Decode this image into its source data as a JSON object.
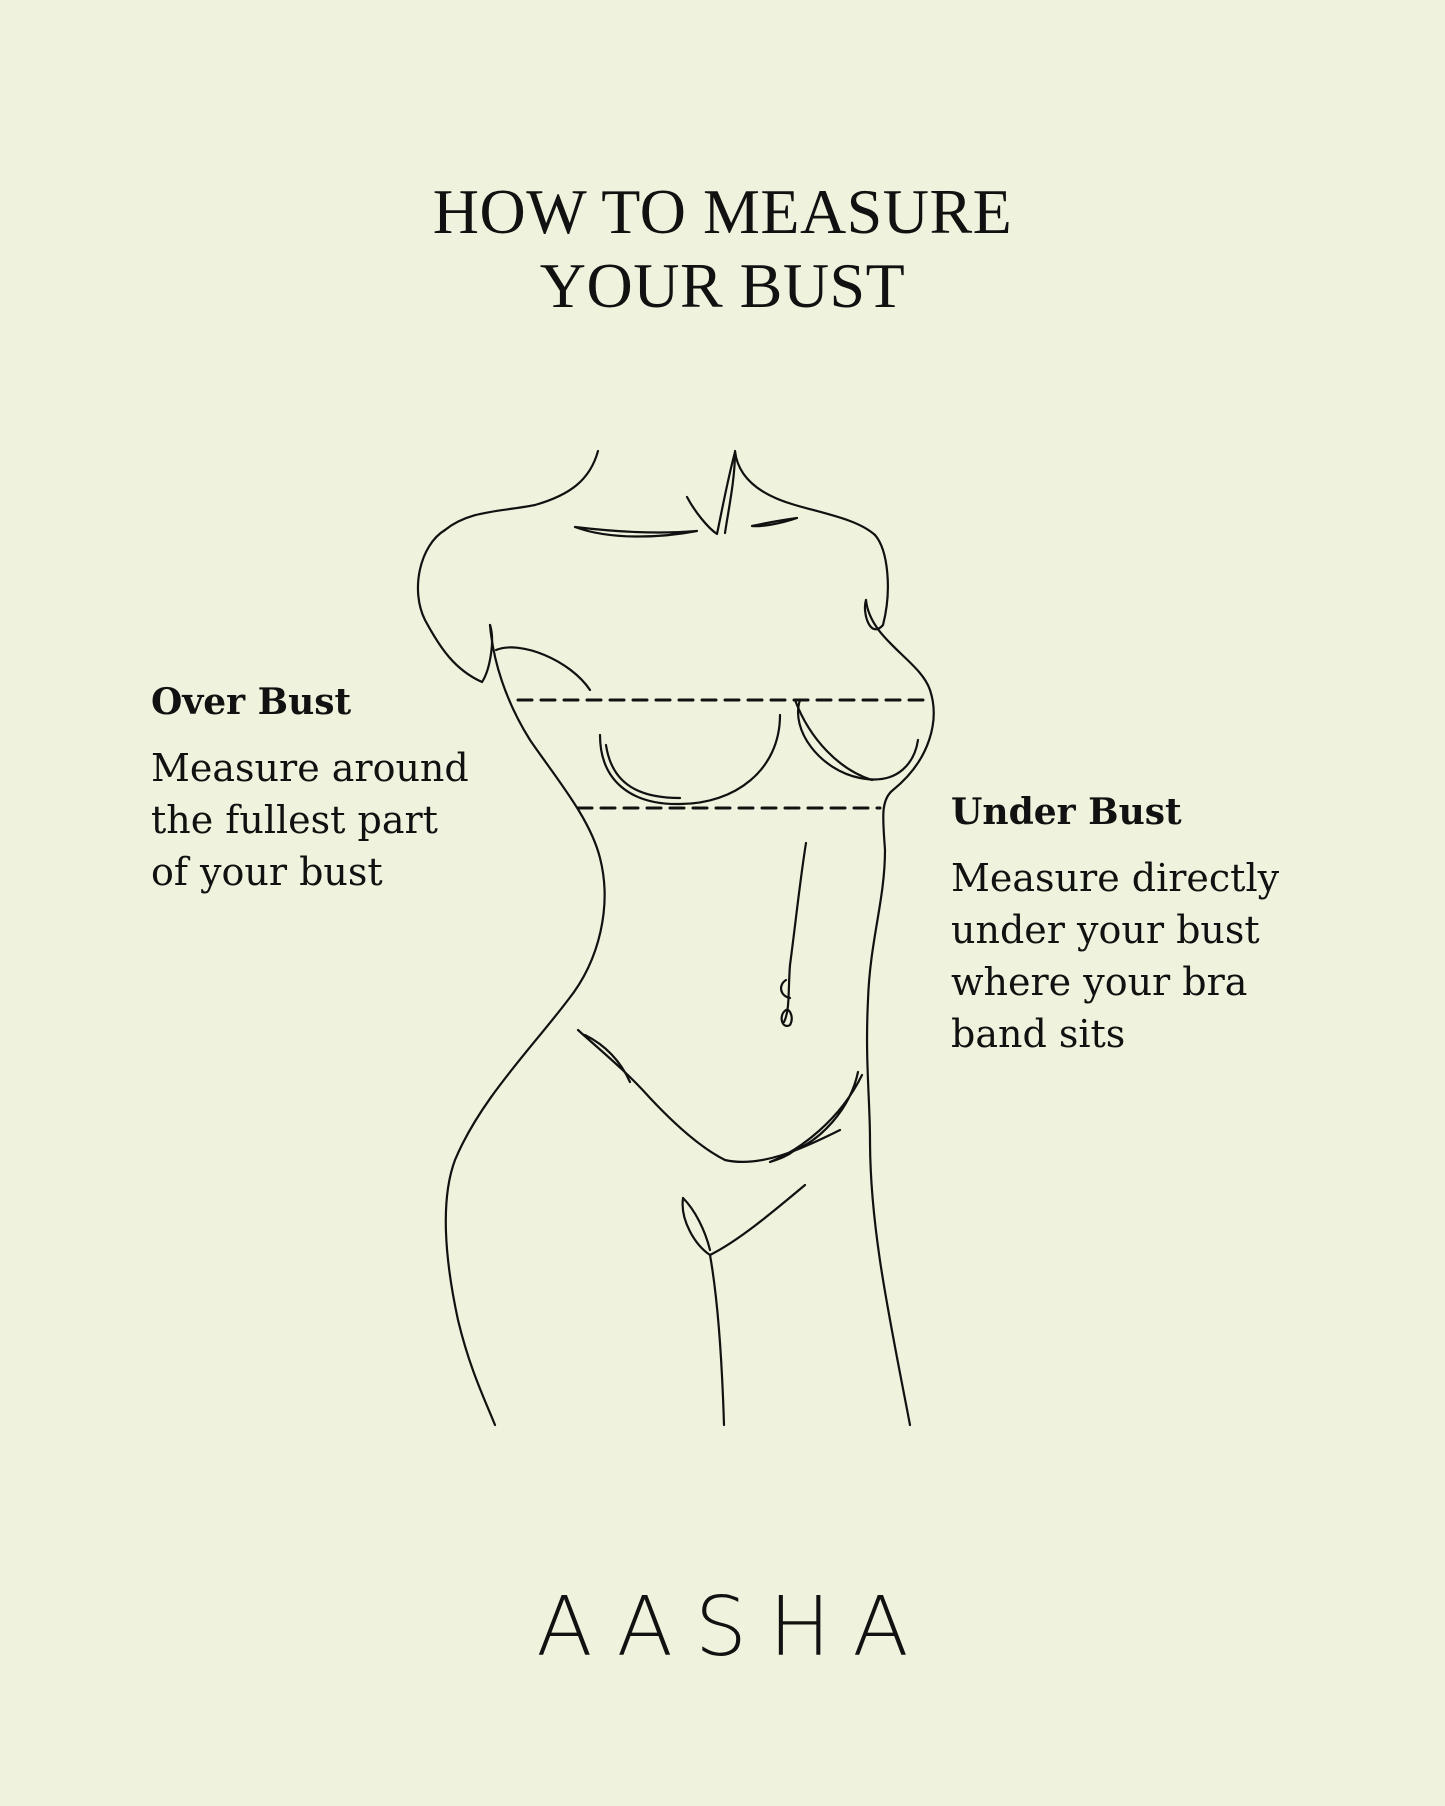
{
  "title": {
    "line1": "HOW TO MEASURE",
    "line2": "YOUR BUST"
  },
  "over_bust": {
    "heading": "Over Bust",
    "lines": [
      "Measure around",
      "the fullest part",
      "of your bust"
    ]
  },
  "under_bust": {
    "heading": "Under Bust",
    "lines": [
      "Measure directly",
      "under your bust",
      "where your bra",
      "band sits"
    ]
  },
  "brand": "AASHA",
  "colors": {
    "background": "#EFF2DC",
    "ink": "#111111"
  }
}
